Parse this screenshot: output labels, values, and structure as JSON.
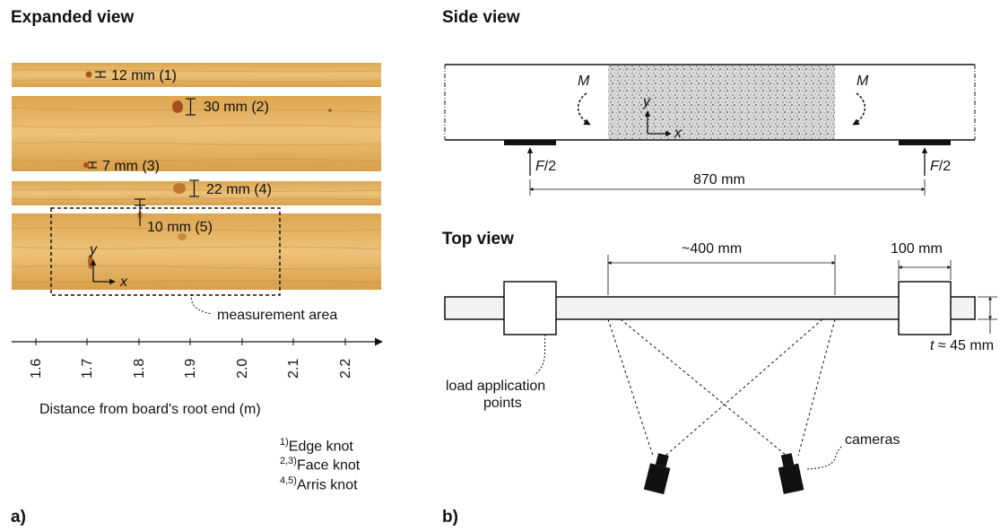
{
  "left_panel": {
    "title": "Expanded view",
    "panel_label": "a)",
    "knots": [
      {
        "label": "12 mm (1)"
      },
      {
        "label": "30 mm (2)"
      },
      {
        "label": "7 mm (3)"
      },
      {
        "label": "22 mm (4)"
      },
      {
        "label": "10 mm (5)"
      }
    ],
    "axis_y": "y",
    "axis_x": "x",
    "measurement_area": "measurement area",
    "ticks": [
      "1.6",
      "1.7",
      "1.8",
      "1.9",
      "2.0",
      "2.1",
      "2.2"
    ],
    "xlabel": "Distance from board's root end (m)",
    "legend": [
      {
        "sup": "1)",
        "text": "Edge knot"
      },
      {
        "sup": "2,3)",
        "text": "Face knot"
      },
      {
        "sup": "4,5)",
        "text": "Arris knot"
      }
    ]
  },
  "right_panel": {
    "side_title": "Side view",
    "top_title": "Top view",
    "panel_label": "b)",
    "moment_label": "M",
    "force_label": "F/2",
    "force_italic": "F",
    "force_rest": "/2",
    "span": "870 mm",
    "area_width": "~400 mm",
    "load_width": "100 mm",
    "thickness_italic": "t",
    "thickness_rest": " ≈ 45 mm",
    "load_points": "load application points",
    "load_points_line1": "load application",
    "load_points_line2": "points",
    "cameras": "cameras",
    "axis_y": "y",
    "axis_x": "x"
  },
  "colors": {
    "wood_light": "#E8B86A",
    "wood_mid": "#D9A24F",
    "wood_dark": "#B97A2E",
    "knot": "#A0521E",
    "beam_fill": "#F2F2F2",
    "speckle": "#9a9a9a"
  }
}
